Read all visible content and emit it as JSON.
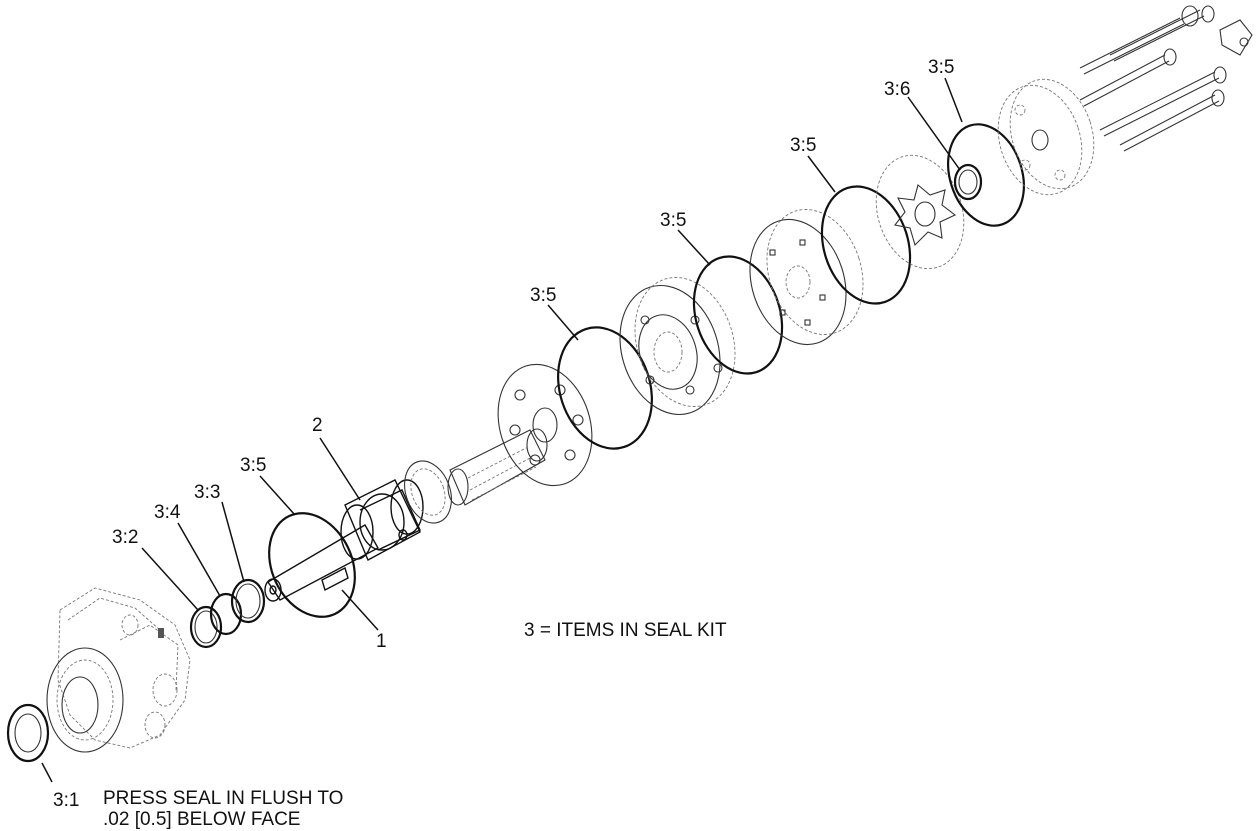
{
  "callouts": [
    {
      "id": "c-3-1",
      "text": "3:1"
    },
    {
      "id": "c-3-2",
      "text": "3:2"
    },
    {
      "id": "c-3-4",
      "text": "3:4"
    },
    {
      "id": "c-3-3",
      "text": "3:3"
    },
    {
      "id": "c-3-5a",
      "text": "3:5"
    },
    {
      "id": "c-2",
      "text": "2"
    },
    {
      "id": "c-1",
      "text": "1"
    },
    {
      "id": "c-3-5b",
      "text": "3:5"
    },
    {
      "id": "c-3-5c",
      "text": "3:5"
    },
    {
      "id": "c-3-5d",
      "text": "3:5"
    },
    {
      "id": "c-3-6",
      "text": "3:6"
    },
    {
      "id": "c-3-5e",
      "text": "3:5"
    }
  ],
  "notes": {
    "seal_kit": "3 = ITEMS IN SEAL KIT",
    "press_seal_line1": "PRESS SEAL IN FLUSH TO",
    "press_seal_line2": ".02 [0.5] BELOW FACE"
  }
}
